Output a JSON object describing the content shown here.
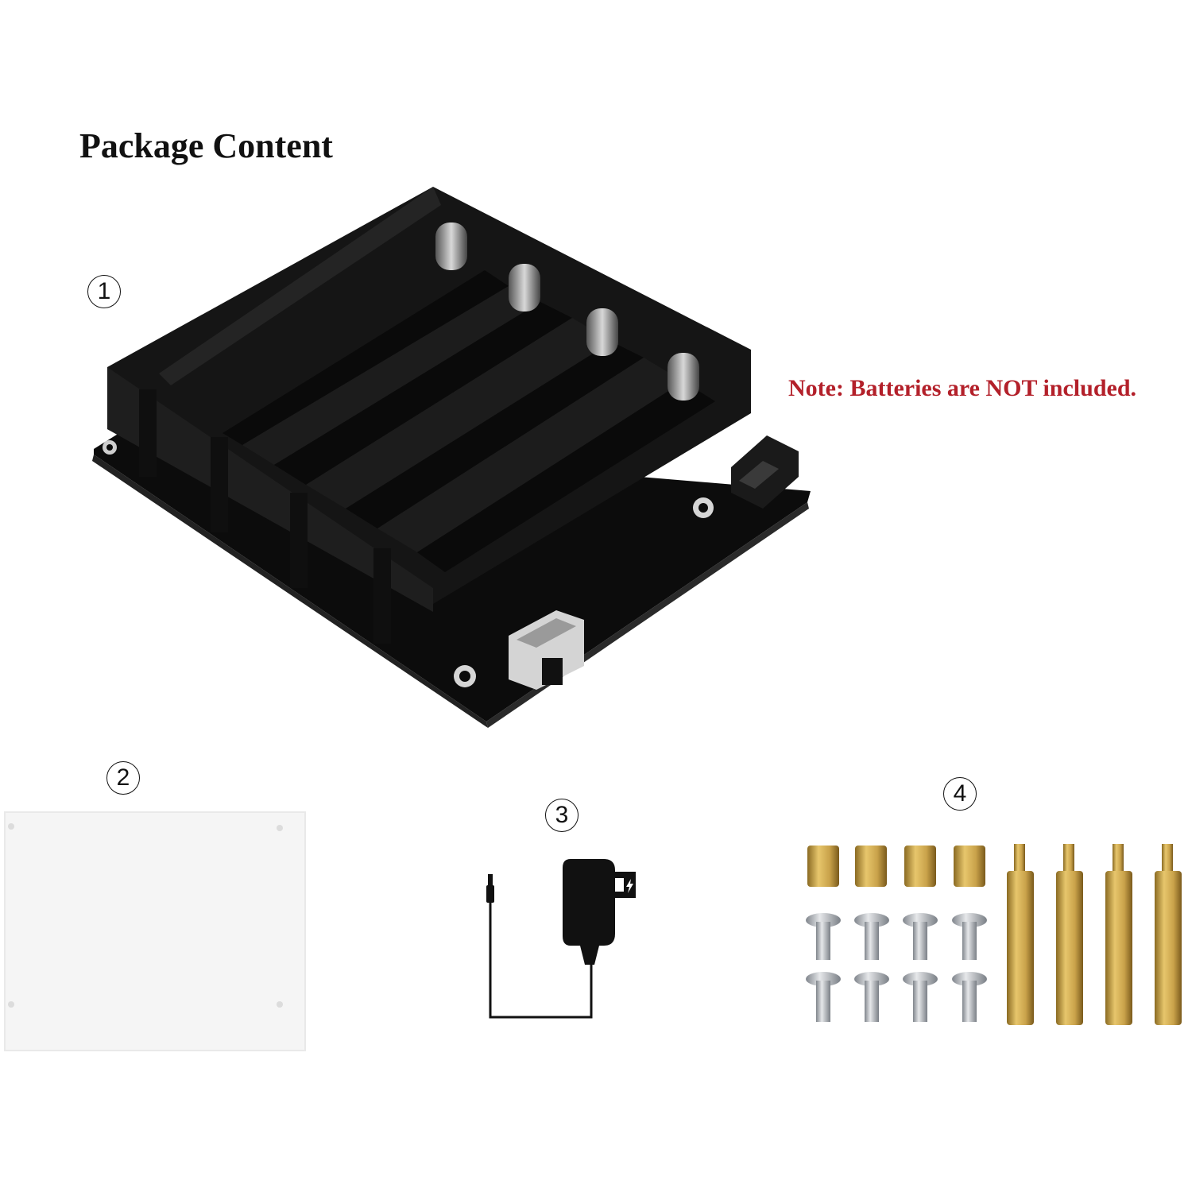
{
  "title": "Package Content",
  "note": {
    "text": "Note: Batteries are NOT included.",
    "color": "#b3202a"
  },
  "items": [
    {
      "number": "1",
      "name": "battery-holder-board"
    },
    {
      "number": "2",
      "name": "acrylic-plate"
    },
    {
      "number": "3",
      "name": "power-adapter-icon"
    },
    {
      "number": "4",
      "name": "screws-and-standoffs"
    }
  ],
  "colors": {
    "board": "#111111",
    "brass": "#c9a24a",
    "steel": "#b8bcc2",
    "acrylic": "#f4f4f4"
  }
}
